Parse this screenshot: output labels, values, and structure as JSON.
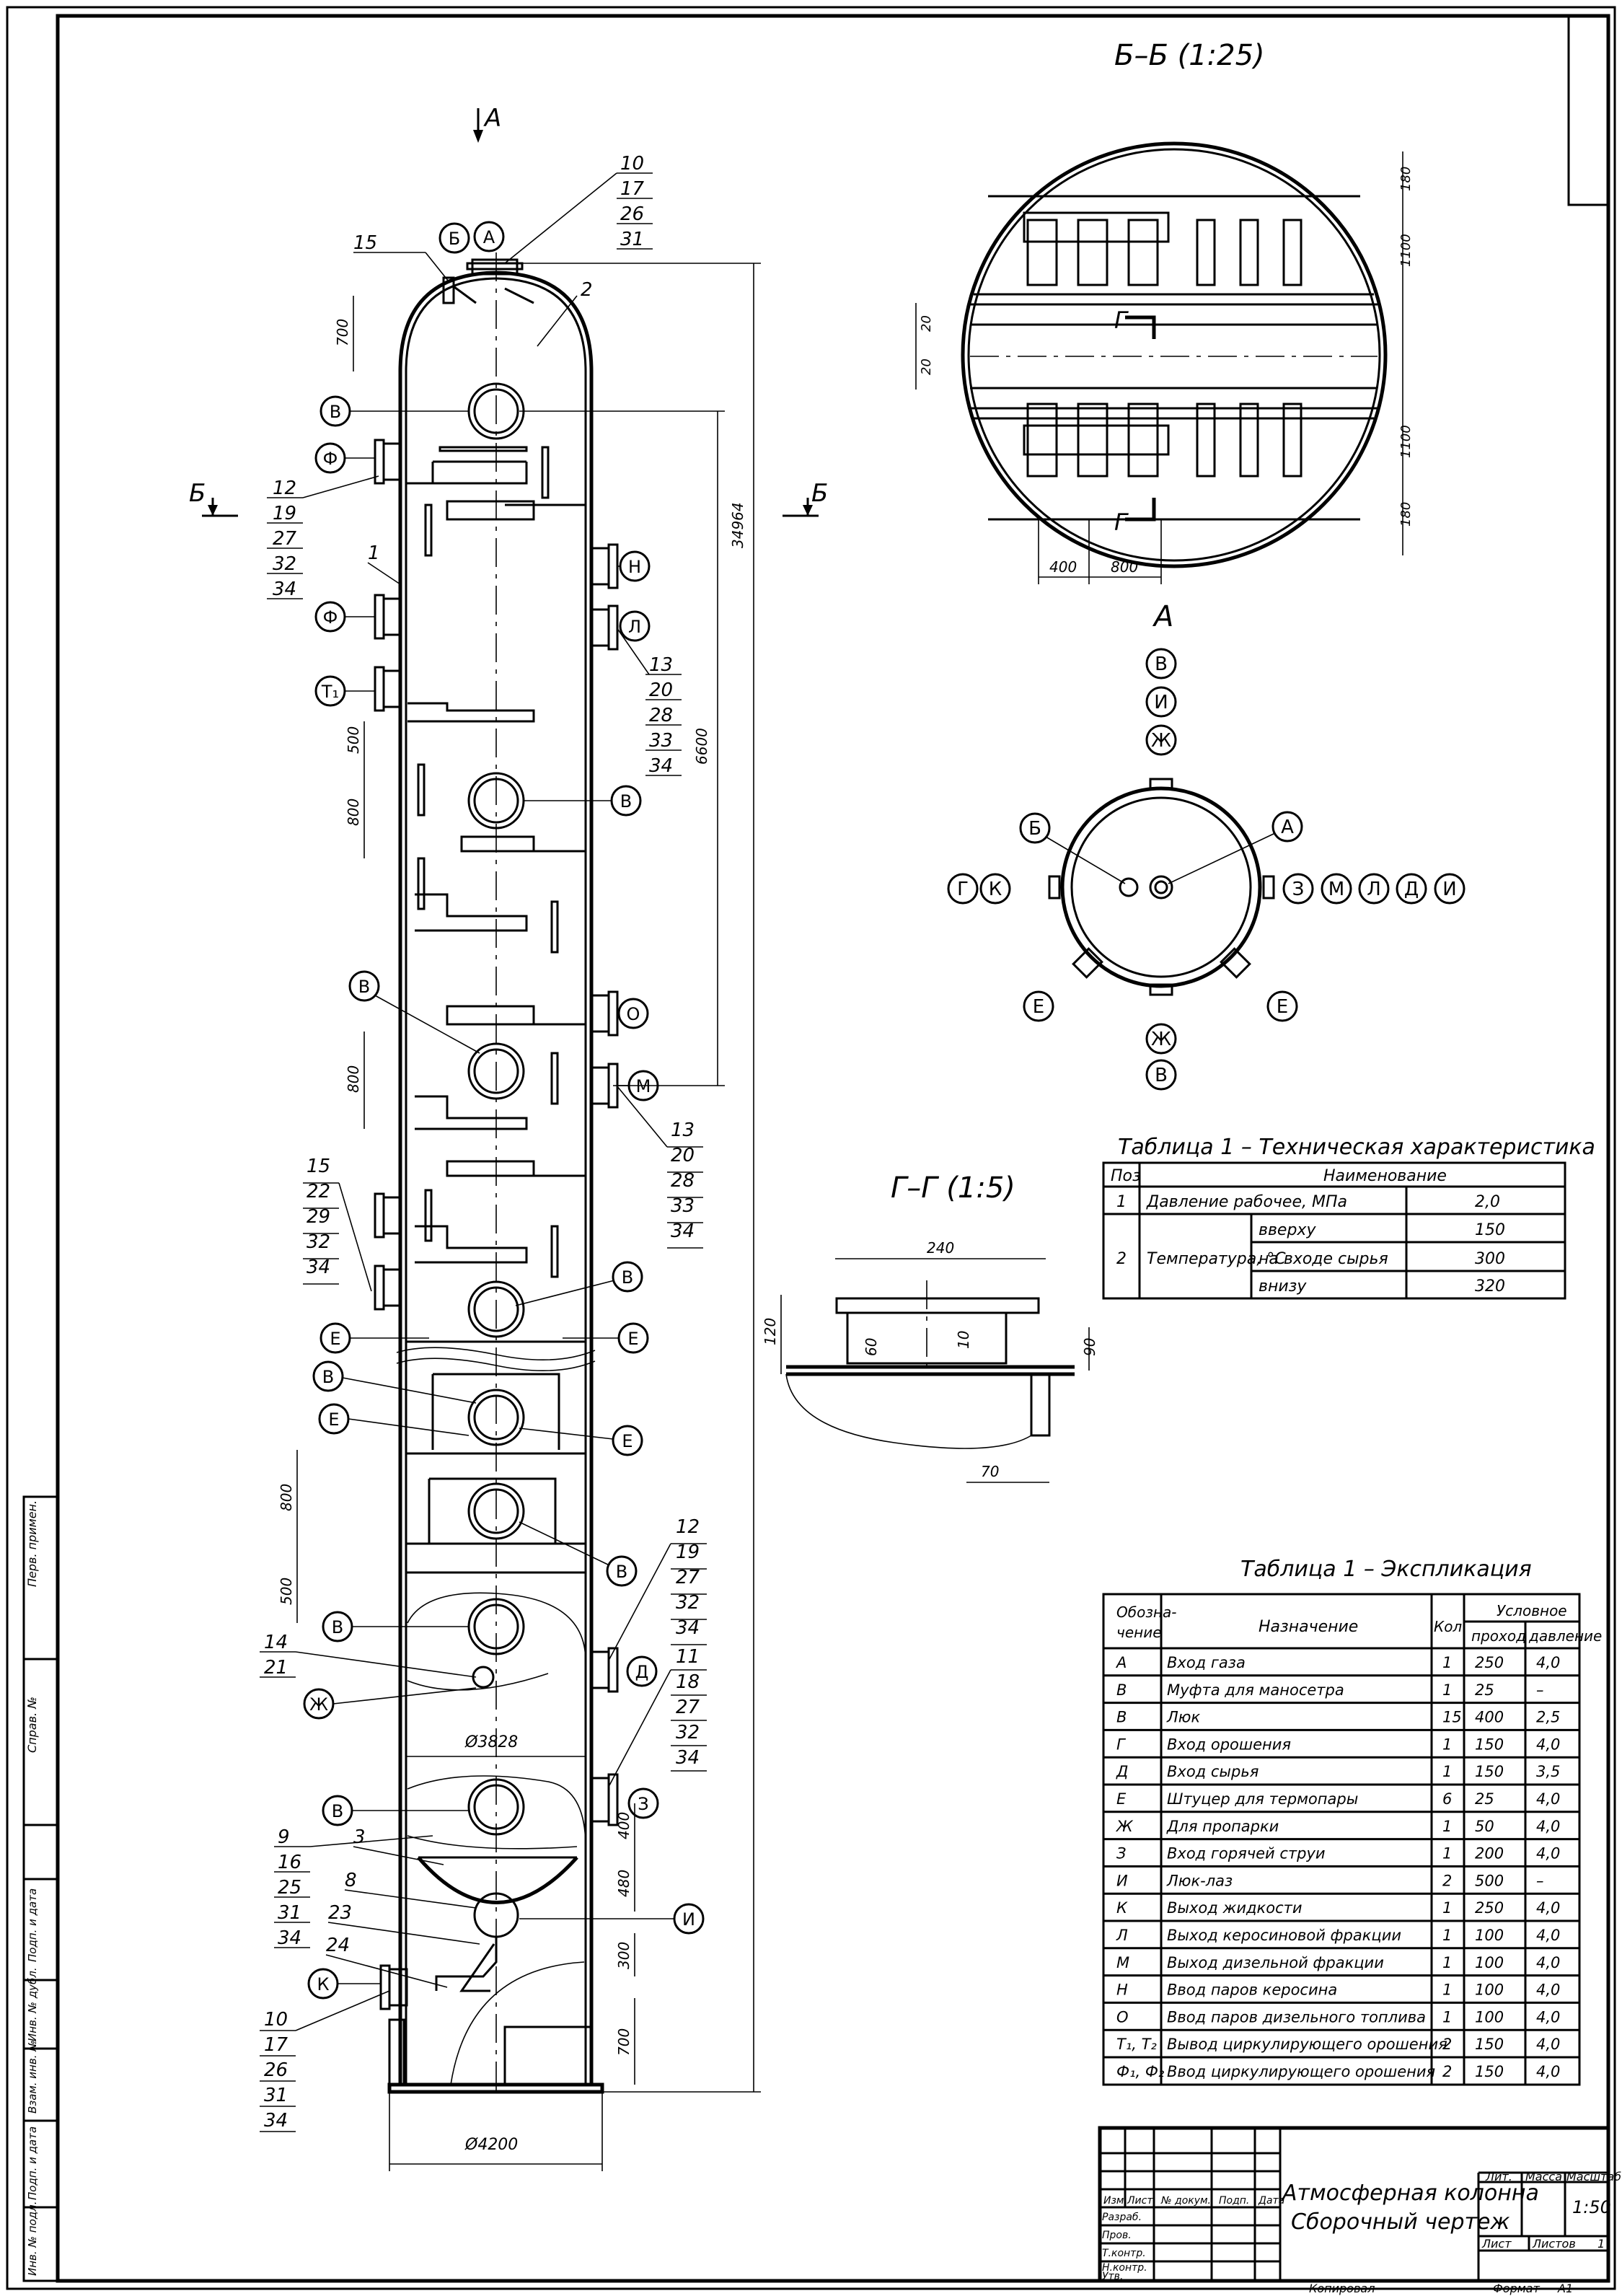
{
  "section_bb": {
    "title": "Б–Б (1:25)",
    "dims": [
      "180",
      "1100",
      "20",
      "20",
      "1100",
      "180",
      "400",
      "800"
    ],
    "cut_label": "Г"
  },
  "section_gg": {
    "title": "Г–Г (1:5)",
    "dims": [
      "240",
      "120",
      "60",
      "10",
      "90",
      "70"
    ]
  },
  "view_a": {
    "title": "А",
    "labels": [
      "В",
      "И",
      "Ж",
      "Б",
      "А",
      "Г",
      "К",
      "З",
      "М",
      "Л",
      "Д",
      "И",
      "Е",
      "Е",
      "Ж",
      "В"
    ]
  },
  "main_view": {
    "arrow_a": "А",
    "arrow_b_left": "Б",
    "arrow_b_right": "Б",
    "total_height": "34964",
    "dim_6600": "6600",
    "dims_left": [
      "700",
      "500",
      "800",
      "800",
      "800",
      "500",
      "400",
      "480",
      "300",
      "700"
    ],
    "diam_inner": "Ø3828",
    "diam_support": "Ø4200",
    "callouts_top": [
      "10",
      "17",
      "26",
      "31"
    ],
    "callouts_f1": [
      "12",
      "19",
      "27",
      "32",
      "34"
    ],
    "callouts_l": [
      "13",
      "20",
      "28",
      "33",
      "34"
    ],
    "callouts_m": [
      "13",
      "20",
      "28",
      "33",
      "34"
    ],
    "callouts_left_mid": [
      "15",
      "22",
      "29",
      "32",
      "34"
    ],
    "callouts_d": [
      "12",
      "19",
      "27",
      "32",
      "34"
    ],
    "callouts_z": [
      "11",
      "18",
      "27",
      "32",
      "34"
    ],
    "callouts_zh": [
      "14",
      "21"
    ],
    "callouts_bottom_left": [
      "9",
      "16",
      "25",
      "31",
      "34"
    ],
    "callouts_bottom": [
      "10",
      "17",
      "26",
      "31",
      "34"
    ],
    "part_15": "15",
    "part_2": "2",
    "part_1": "1",
    "part_3": "3",
    "part_8": "8",
    "part_23": "23",
    "part_24": "24",
    "circle_labels": {
      "b_top": "Б",
      "a_top": "А",
      "v1": "В",
      "f1": "Ф",
      "n": "Н",
      "f2": "Ф",
      "l": "Л",
      "t1": "Т₁",
      "v2": "В",
      "v3": "В",
      "o": "О",
      "m": "М",
      "v4": "В",
      "e1": "Е",
      "e2": "Е",
      "v5": "В",
      "e3": "Е",
      "e4": "Е",
      "v6": "В",
      "v7": "В",
      "d": "Д",
      "zh": "Ж",
      "v8": "В",
      "z": "З",
      "i": "И",
      "k": "К"
    }
  },
  "table_tech": {
    "caption": "Таблица 1 – Техническая характеристика",
    "headers": [
      "Поз",
      "Наименование"
    ],
    "rows": [
      {
        "pos": "1",
        "name": "Давление рабочее, МПа",
        "sub": "",
        "value": "2,0"
      },
      {
        "pos": "2",
        "name": "Температура, °С",
        "sub": "вверху",
        "value": "150"
      },
      {
        "pos": "",
        "name": "",
        "sub": "на входе сырья",
        "value": "300"
      },
      {
        "pos": "",
        "name": "",
        "sub": "внизу",
        "value": "320"
      }
    ]
  },
  "table_expl": {
    "caption": "Таблица 1 – Экспликация",
    "headers": [
      "Обозна-",
      "чение",
      "Назначение",
      "Кол.",
      "Условное",
      "проход",
      "давление"
    ],
    "rows": [
      [
        "А",
        "Вход газа",
        "1",
        "250",
        "4,0"
      ],
      [
        "В",
        "Муфта для маносетра",
        "1",
        "25",
        "–"
      ],
      [
        "В",
        "Люк",
        "15",
        "400",
        "2,5"
      ],
      [
        "Г",
        "Вход орошения",
        "1",
        "150",
        "4,0"
      ],
      [
        "Д",
        "Вход сырья",
        "1",
        "150",
        "3,5"
      ],
      [
        "Е",
        "Штуцер для термопары",
        "6",
        "25",
        "4,0"
      ],
      [
        "Ж",
        "Для пропарки",
        "1",
        "50",
        "4,0"
      ],
      [
        "З",
        "Вход горячей струи",
        "1",
        "200",
        "4,0"
      ],
      [
        "И",
        "Люк-лаз",
        "2",
        "500",
        "–"
      ],
      [
        "К",
        "Выход жидкости",
        "1",
        "250",
        "4,0"
      ],
      [
        "Л",
        "Выход керосиновой фракции",
        "1",
        "100",
        "4,0"
      ],
      [
        "М",
        "Выход дизельной фракции",
        "1",
        "100",
        "4,0"
      ],
      [
        "Н",
        "Ввод паров керосина",
        "1",
        "100",
        "4,0"
      ],
      [
        "О",
        "Ввод паров дизельного топлива",
        "1",
        "100",
        "4,0"
      ],
      [
        "Т₁, Т₂",
        "Вывод циркулирующего орошения",
        "2",
        "150",
        "4,0"
      ],
      [
        "Ф₁, Ф₂",
        "Ввод циркулирующего орошения",
        "2",
        "150",
        "4,0"
      ]
    ]
  },
  "title_block": {
    "title_line1": "Атмосферная колонна",
    "title_line2": "Сборочный чертеж",
    "row_labels": [
      "Изм",
      "Лист",
      "№ докум.",
      "Подп.",
      "Дата"
    ],
    "roles": [
      "Разраб.",
      "Пров.",
      "Т.контр.",
      "Н.контр.",
      "Утв."
    ],
    "lit": "Лит.",
    "massa": "Масса",
    "masshtab": "Масштаб",
    "scale_value": "1:50",
    "list": "Лист",
    "listov": "Листов",
    "listov_value": "1",
    "kopiroval": "Копировал",
    "format": "Формат",
    "format_value": "А1"
  },
  "side_strip": [
    "Перв. примен.",
    "Справ. №",
    "Подп. и дата",
    "Инв. № дубл.",
    "Взам. инв. №",
    "Подп. и дата",
    "Инв. № подл."
  ]
}
